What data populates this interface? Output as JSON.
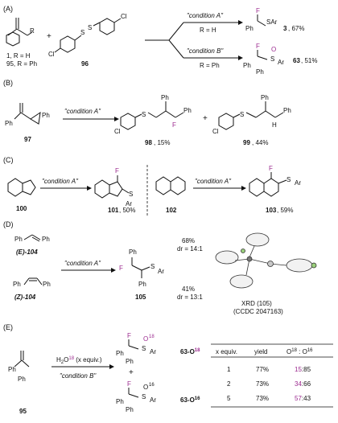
{
  "sections": {
    "A": {
      "tag": "(A)",
      "reagent_label": "96",
      "cmpd1_line": "1,  R = H",
      "cmpd95_line": "95, R = Ph",
      "plus": "+",
      "cond_top": "\"condition A\"",
      "cond_top_sub": "R = H",
      "cond_bot": "\"condition B\"",
      "cond_bot_sub": "R = Ph",
      "prod_top": {
        "num": "3",
        "yield": ", 67%"
      },
      "prod_bot": {
        "num": "63",
        "yield": ", 51%"
      },
      "atoms": {
        "F": "F",
        "SAr": "SAr",
        "Ph": "Ph",
        "Cl": "Cl",
        "S": "S",
        "O": "O",
        "Ar": "Ar"
      }
    },
    "B": {
      "tag": "(B)",
      "cmpd": "97",
      "cond": "\"condition A\"",
      "prod1": {
        "num": "98",
        "yield": ", 15%"
      },
      "prod2": {
        "num": "99",
        "yield": ", 44%"
      },
      "plus": "+",
      "atoms": {
        "Ph": "Ph",
        "F": "F",
        "H": "H",
        "Cl": "Cl",
        "S": "S"
      }
    },
    "C": {
      "tag": "(C)",
      "cmpd100": "100",
      "cmpd102": "102",
      "cond1": "\"condition A\"",
      "cond2": "\"condition A\"",
      "prod101": {
        "num": "101",
        "yield": ", 50%"
      },
      "prod103": {
        "num": "103",
        "yield": ",  59%"
      },
      "atoms": {
        "F": "F",
        "S": "S",
        "Ar": "Ar"
      }
    },
    "D": {
      "tag": "(D)",
      "e_cmpd": "(E)-104",
      "z_cmpd": "(Z)-104",
      "cond": "\"condition A\"",
      "prod": "105",
      "res_top": {
        "yield": "68%",
        "dr": "dr = 14:1"
      },
      "res_bot": {
        "yield": "41%",
        "dr": "dr = 13:1"
      },
      "xrd_line1": "XRD (105)",
      "xrd_line2": "(CCDC 2047163)",
      "atoms": {
        "Ph": "Ph",
        "F": "F",
        "S": "S",
        "Ar": "Ar"
      }
    },
    "E": {
      "tag": "(E)",
      "cmpd": "95",
      "reagent": "H2O18 (x equiv.)",
      "reagent_parts": {
        "h": "H",
        "two": "2",
        "o": "O",
        "sup": "18",
        "rest": " (x equiv.)"
      },
      "cond": "\"condition B\"",
      "plus": "+",
      "p18": {
        "base": "63-O",
        "sup": "18"
      },
      "p16": {
        "base": "63-O",
        "sup": "16"
      },
      "o18": "18",
      "o16": "16",
      "atoms": {
        "Ph": "Ph",
        "F": "F",
        "S": "S",
        "O": "O",
        "Ar": "Ar"
      },
      "table": {
        "headers": [
          "x equiv.",
          "yield",
          "O18 : O16"
        ],
        "rows": [
          {
            "x": "1",
            "yield": "77%",
            "o18": "15",
            "o16": ":85"
          },
          {
            "x": "2",
            "yield": "73%",
            "o18": "34",
            "o16": ":66"
          },
          {
            "x": "5",
            "yield": "73%",
            "o18": "57",
            "o16": ":43"
          }
        ]
      }
    }
  },
  "colors": {
    "accent": "#9b2a8f",
    "text": "#111111"
  }
}
